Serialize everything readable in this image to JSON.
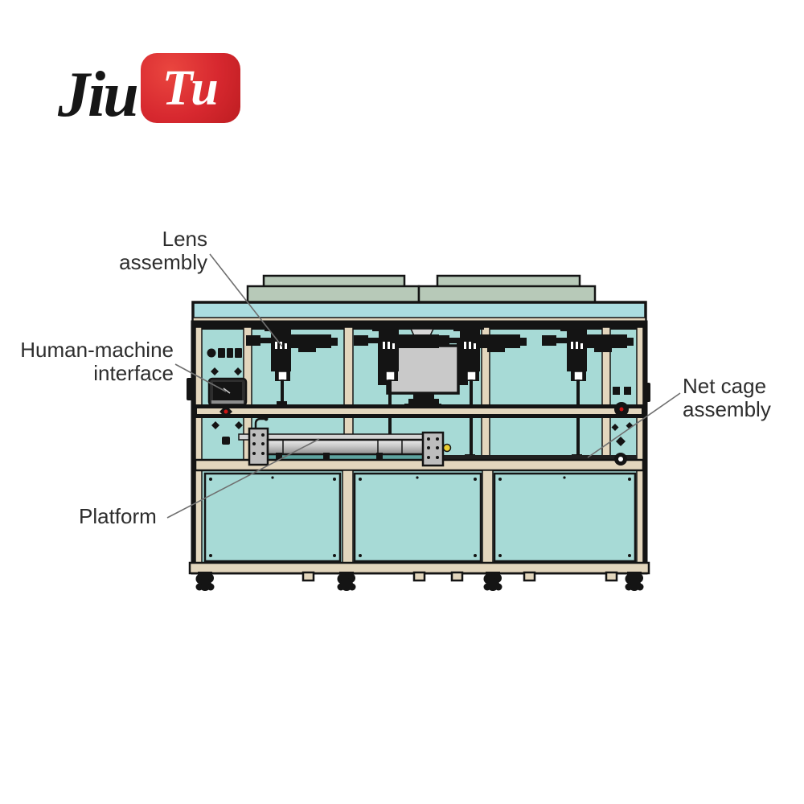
{
  "logo": {
    "text_black": "Jiu",
    "text_white": "Tu",
    "box_color": "#d7282f"
  },
  "callouts": {
    "lens_assembly": {
      "lines": [
        "Lens",
        "assembly"
      ]
    },
    "human_machine_interface": {
      "lines": [
        "Human-machine",
        "interface"
      ]
    },
    "net_cage_assembly": {
      "lines": [
        "Net cage",
        "assembly"
      ]
    },
    "platform": {
      "lines": [
        "Platform"
      ]
    }
  },
  "machine": {
    "icons": {
      "lens_head": "lens-assembly-head-icon",
      "hmi_screen": "hmi-display-icon",
      "buttons": "control-button-icons",
      "platform": "platform-rail-icon",
      "net_cage": "net-cage-box-icon",
      "caster": "caster-wheel-icon",
      "foot": "leveling-foot-icon",
      "marking": "panel-brand-marking-icon"
    },
    "colors": {
      "panel_teal": "#a7dad6",
      "band_teal": "#abdde0",
      "lid_sage": "#b7c9b8",
      "frame_beige": "#e3d6bd",
      "outline_black": "#141414",
      "box_gray": "#c9c9c9",
      "platform_gray": "#bdbdbd",
      "accent_yellow": "#eace32",
      "button_red": "#cc1414",
      "leader_gray": "#6f6f6f",
      "logo_red": "#d7282f"
    }
  }
}
